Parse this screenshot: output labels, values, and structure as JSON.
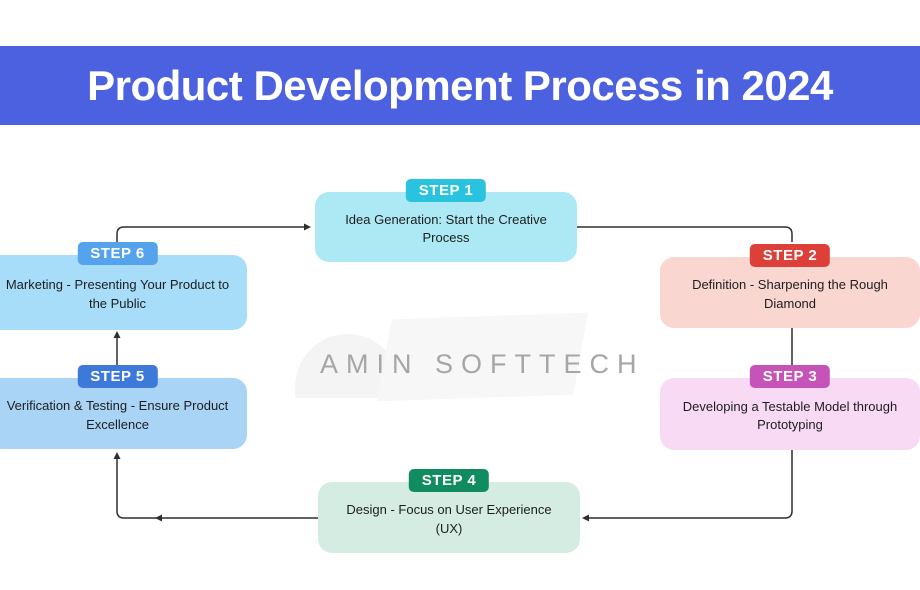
{
  "header": {
    "title": "Product Development Process in 2024",
    "bg_color": "#4B61E0"
  },
  "watermark": {
    "text": "AMIN SOFTTECH"
  },
  "steps": [
    {
      "label": "STEP 1",
      "text": "Idea Generation: Start the Creative Process",
      "badge_color": "#29C3DF",
      "box_color": "#ACE9F4"
    },
    {
      "label": "STEP 2",
      "text": "Definition - Sharpening the Rough Diamond",
      "badge_color": "#DD4038",
      "box_color": "#FAD6D1"
    },
    {
      "label": "STEP 3",
      "text": "Developing a Testable Model through Prototyping",
      "badge_color": "#C653B8",
      "box_color": "#F8DAF4"
    },
    {
      "label": "STEP 4",
      "text": "Design - Focus on User Experience (UX)",
      "badge_color": "#118B60",
      "box_color": "#D5ECE3"
    },
    {
      "label": "STEP 5",
      "text": "Verification & Testing - Ensure Product Excellence",
      "badge_color": "#3C79D9",
      "box_color": "#A9D4F6"
    },
    {
      "label": "STEP 6",
      "text": "Marketing - Presenting Your Product to the Public",
      "badge_color": "#54A3EC",
      "box_color": "#A7DDF8"
    }
  ]
}
